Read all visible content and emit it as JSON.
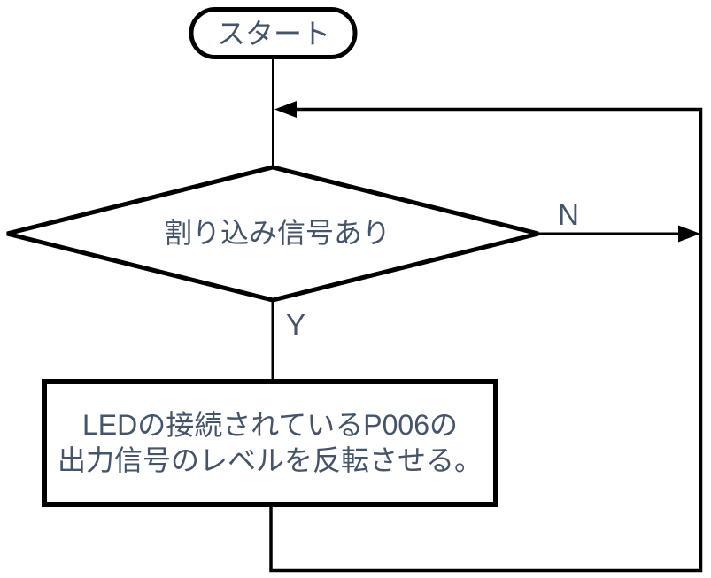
{
  "diagram": {
    "type": "flowchart",
    "nodes": {
      "start": {
        "shape": "terminal",
        "label": "スタート"
      },
      "decision": {
        "shape": "diamond",
        "label": "割り込み信号あり"
      },
      "process": {
        "shape": "rectangle",
        "lines": [
          "LEDの接続されているP006の",
          "出力信号のレベルを反転させる。"
        ]
      }
    },
    "edges": {
      "no_label": "N",
      "yes_label": "Y"
    },
    "colors": {
      "line": "#000000",
      "shape_fill": "#FFFFFF",
      "text": "#44546A",
      "background": "#FFFFFF"
    }
  }
}
